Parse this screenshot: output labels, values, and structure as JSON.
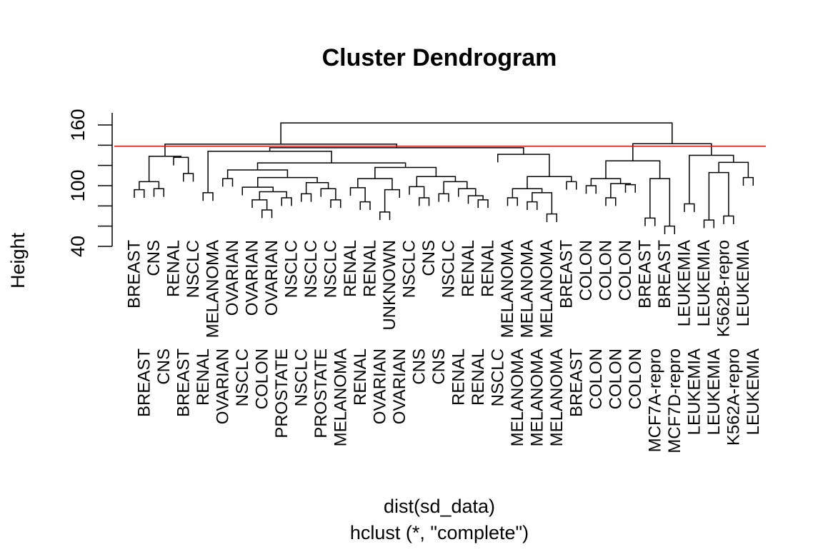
{
  "chart_data": {
    "type": "dendrogram",
    "title": "Cluster Dendrogram",
    "xlabel": "dist(sd_data)",
    "sublabel": "hclust (*, \"complete\")",
    "ylabel": "Height",
    "ylim": [
      40,
      172
    ],
    "yticks": [
      40,
      60,
      80,
      100,
      120,
      140,
      160
    ],
    "ytick_labels": [
      "40",
      "100",
      "160"
    ],
    "cut_height": 139,
    "cut_color": "#ff0000",
    "hang": 8,
    "labels": [
      "BREAST",
      "BREAST",
      "CNS",
      "CNS",
      "RENAL",
      "BREAST",
      "NSCLC",
      "RENAL",
      "MELANOMA",
      "OVARIAN",
      "OVARIAN",
      "NSCLC",
      "OVARIAN",
      "COLON",
      "OVARIAN",
      "PROSTATE",
      "NSCLC",
      "NSCLC",
      "NSCLC",
      "PROSTATE",
      "NSCLC",
      "MELANOMA",
      "RENAL",
      "RENAL",
      "RENAL",
      "OVARIAN",
      "UNKNOWN",
      "OVARIAN",
      "NSCLC",
      "CNS",
      "CNS",
      "CNS",
      "NSCLC",
      "RENAL",
      "RENAL",
      "RENAL",
      "RENAL",
      "NSCLC",
      "MELANOMA",
      "MELANOMA",
      "MELANOMA",
      "MELANOMA",
      "MELANOMA",
      "MELANOMA",
      "BREAST",
      "BREAST",
      "COLON",
      "COLON",
      "COLON",
      "COLON",
      "COLON",
      "COLON",
      "BREAST",
      "MCF7A-repro",
      "BREAST",
      "MCF7D-repro",
      "LEUKEMIA",
      "LEUKEMIA",
      "LEUKEMIA",
      "LEUKEMIA",
      "K562B-repro",
      "K562A-repro",
      "LEUKEMIA",
      "LEUKEMIA"
    ],
    "tree": {
      "h": 162,
      "c": [
        {
          "h": 141,
          "c": [
            {
              "h": 129,
              "c": [
                {
                  "h": 104,
                  "c": [
                    {
                      "h": 96,
                      "c": [
                        0,
                        1
                      ]
                    },
                    {
                      "h": 97,
                      "c": [
                        2,
                        3
                      ]
                    }
                  ]
                },
                {
                  "h": 128,
                  "c": [
                    4,
                    {
                      "h": 112,
                      "c": [
                        5,
                        6
                      ]
                    }
                  ]
                }
              ]
            },
            {
              "h": 137.5,
              "c": [
                {
                  "h": 134,
                  "c": [
                    {
                      "h": 93,
                      "c": [
                        7,
                        8
                      ]
                    },
                    {
                      "h": 122.5,
                      "c": [
                        {
                          "h": 115.5,
                          "c": [
                            {
                              "h": 107,
                              "c": [
                                9,
                                10
                              ]
                            },
                            {
                              "h": 108,
                              "c": [
                                {
                                  "h": 98.5,
                                  "c": [
                                    11,
                                    {
                                      "h": 94,
                                      "c": [
                                        {
                                          "h": 86,
                                          "c": [
                                            12,
                                            {
                                              "h": 76,
                                              "c": [
                                                13,
                                                14
                                              ]
                                            }
                                          ]
                                        },
                                        {
                                          "h": 88,
                                          "c": [
                                            15,
                                            16
                                          ]
                                        }
                                      ]
                                    }
                                  ]
                                },
                                {
                                  "h": 103,
                                  "c": [
                                    {
                                      "h": 92,
                                      "c": [
                                        17,
                                        18
                                      ]
                                    },
                                    {
                                      "h": 97,
                                      "c": [
                                        19,
                                        {
                                          "h": 86,
                                          "c": [
                                            20,
                                            21
                                          ]
                                        }
                                      ]
                                    }
                                  ]
                                }
                              ]
                            }
                          ]
                        },
                        {
                          "h": 118,
                          "c": [
                            {
                              "h": 107,
                              "c": [
                                {
                                  "h": 98,
                                  "c": [
                                    22,
                                    {
                                      "h": 84,
                                      "c": [
                                        23,
                                        24
                                      ]
                                    }
                                  ]
                                },
                                {
                                  "h": 96,
                                  "c": [
                                    {
                                      "h": 74,
                                      "c": [
                                        25,
                                        26
                                      ]
                                    },
                                    27
                                  ]
                                }
                              ]
                            },
                            {
                              "h": 109,
                              "c": [
                                {
                                  "h": 99,
                                  "c": [
                                    28,
                                    {
                                      "h": 88,
                                      "c": [
                                        29,
                                        30
                                      ]
                                    }
                                  ]
                                },
                                {
                                  "h": 104,
                                  "c": [
                                    {
                                      "h": 92,
                                      "c": [
                                        31,
                                        32
                                      ]
                                    },
                                    {
                                      "h": 97,
                                      "c": [
                                        33,
                                        {
                                          "h": 90,
                                          "c": [
                                            34,
                                            {
                                              "h": 86,
                                              "c": [
                                                35,
                                                36
                                              ]
                                            }
                                          ]
                                        }
                                      ]
                                    }
                                  ]
                                }
                              ]
                            }
                          ]
                        }
                      ]
                    }
                  ]
                },
                {
                  "h": 131,
                  "c": [
                    37,
                    {
                      "h": 109,
                      "c": [
                        {
                          "h": 97,
                          "c": [
                            {
                              "h": 88,
                              "c": [
                                38,
                                39
                              ]
                            },
                            {
                              "h": 93,
                              "c": [
                                {
                                  "h": 84,
                                  "c": [
                                    40,
                                    41
                                  ]
                                },
                                {
                                  "h": 72,
                                  "c": [
                                    42,
                                    43
                                  ]
                                }
                              ]
                            }
                          ]
                        },
                        {
                          "h": 104,
                          "c": [
                            44,
                            45
                          ]
                        }
                      ]
                    }
                  ]
                }
              ]
            }
          ]
        },
        {
          "h": 141.5,
          "c": [
            {
              "h": 124.5,
              "c": [
                {
                  "h": 107,
                  "c": [
                    {
                      "h": 100,
                      "c": [
                        46,
                        47
                      ]
                    },
                    {
                      "h": 102,
                      "c": [
                        {
                          "h": 88,
                          "c": [
                            48,
                            49
                          ]
                        },
                        {
                          "h": 101,
                          "c": [
                            50,
                            51
                          ]
                        }
                      ]
                    }
                  ]
                },
                {
                  "h": 107,
                  "c": [
                    {
                      "h": 68,
                      "c": [
                        52,
                        53
                      ]
                    },
                    {
                      "h": 60,
                      "c": [
                        54,
                        55
                      ]
                    }
                  ]
                }
              ]
            },
            {
              "h": 130,
              "c": [
                {
                  "h": 82,
                  "c": [
                    56,
                    57
                  ]
                },
                {
                  "h": 123,
                  "c": [
                    {
                      "h": 113,
                      "c": [
                        {
                          "h": 66,
                          "c": [
                            58,
                            59
                          ]
                        },
                        {
                          "h": 70,
                          "c": [
                            60,
                            61
                          ]
                        }
                      ]
                    },
                    {
                      "h": 108,
                      "c": [
                        62,
                        63
                      ]
                    }
                  ]
                }
              ]
            }
          ]
        }
      ]
    }
  }
}
